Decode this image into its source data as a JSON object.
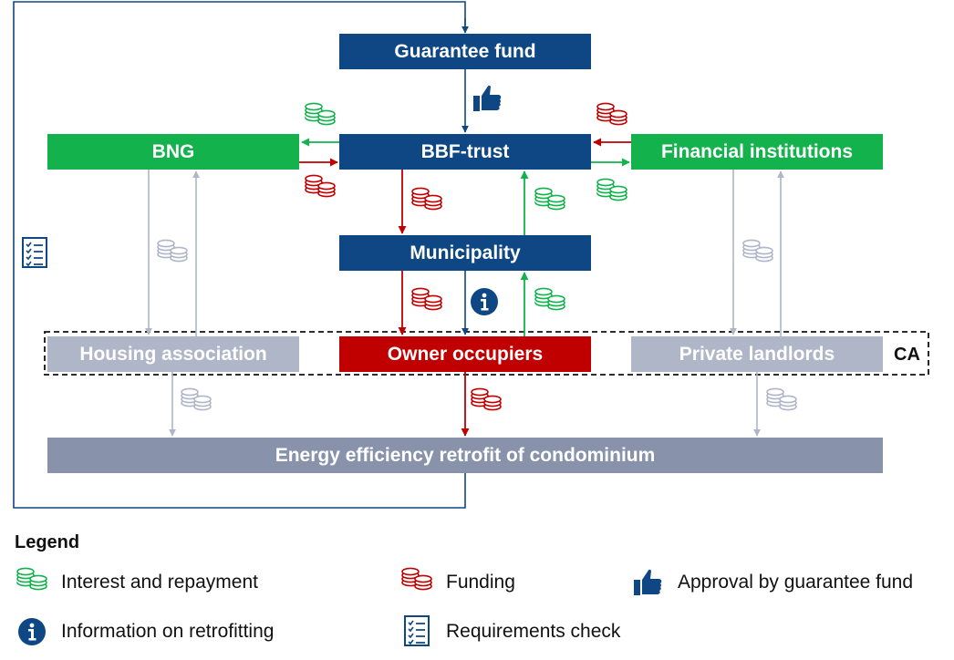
{
  "nodes": {
    "guarantee_fund": "Guarantee fund",
    "bbf_trust": "BBF-trust",
    "bng": "BNG",
    "financial_institutions": "Financial institutions",
    "municipality": "Municipality",
    "housing_association": "Housing association",
    "owner_occupiers": "Owner occupiers",
    "private_landlords": "Private landlords",
    "retrofit": "Energy efficiency retrofit of condominium"
  },
  "ca_label": "CA",
  "legend": {
    "title": "Legend",
    "interest": "Interest and repayment",
    "funding": "Funding",
    "approval": "Approval by guarantee fund",
    "information": "Information on retrofitting",
    "requirements": "Requirements check"
  },
  "colors": {
    "navy": "#0e4784",
    "green": "#13b24d",
    "red": "#c00000",
    "grey": "#aeb6c8",
    "retrofit": "#8893ab"
  }
}
